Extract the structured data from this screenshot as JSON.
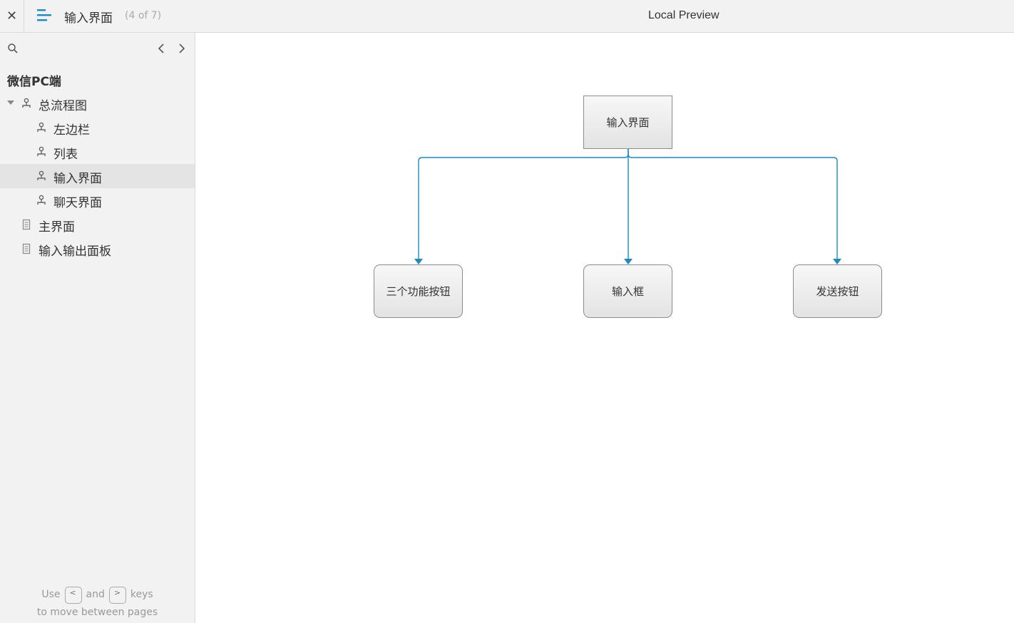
{
  "topbar": {
    "close_icon": "close-icon",
    "menu_icon": "menu-icon",
    "page_title": "输入界面",
    "page_count": "(4 of 7)",
    "preview_label": "Local Preview"
  },
  "sidebar": {
    "project_title": "微信PC端",
    "items": [
      {
        "label": "总流程图",
        "icon": "flow-icon",
        "expanded": true
      },
      {
        "label": "左边栏",
        "icon": "flow-icon"
      },
      {
        "label": "列表",
        "icon": "flow-icon"
      },
      {
        "label": "输入界面",
        "icon": "flow-icon",
        "selected": true
      },
      {
        "label": "聊天界面",
        "icon": "flow-icon"
      },
      {
        "label": "主界面",
        "icon": "page-icon"
      },
      {
        "label": "输入输出面板",
        "icon": "page-icon"
      }
    ],
    "help": {
      "use": "Use",
      "and": "and",
      "keys": "keys",
      "line2": "to move between pages",
      "key_prev": "<",
      "key_next": ">"
    }
  },
  "diagram": {
    "root": "输入界面",
    "children": [
      "三个功能按钮",
      "输入框",
      "发送按钮"
    ],
    "connector_color": "#1a8bc4"
  }
}
